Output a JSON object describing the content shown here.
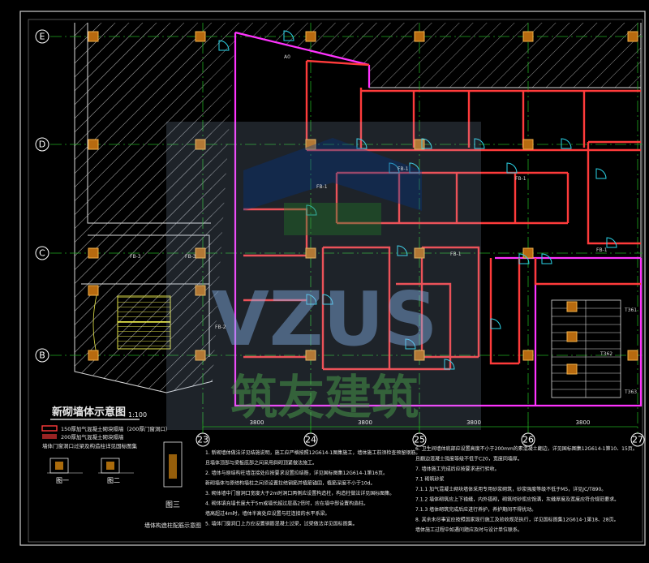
{
  "axes": {
    "rows": [
      "E",
      "D",
      "C",
      "B"
    ],
    "cols": [
      "23",
      "24",
      "25",
      "26",
      "27"
    ],
    "dims": [
      "3800",
      "3800",
      "3800",
      "3800"
    ]
  },
  "plan": {
    "title": "新砌墙体示意图",
    "scale": "1:100",
    "room_tags": [
      "A0",
      "FB-3",
      "FB-3",
      "FB-2",
      "FB-1",
      "FB-1",
      "FB-1",
      "FB-1",
      "FB-1",
      "T361",
      "T362",
      "T363"
    ],
    "watermark_text": "VZUS",
    "watermark_cn": "筑友建筑"
  },
  "legend": {
    "lines": [
      "150厚加气混凝土砌块隔墙（200厚门窗洞口）",
      "200厚加气混凝土砌块隔墙",
      "墙体门窗洞口过梁及构造柱详见国标图集"
    ],
    "details": [
      "图一",
      "图二",
      "图三"
    ],
    "detail_caption": "墙体构造柱配筋示意图"
  },
  "notes": {
    "left": [
      "1. 新砌墙体做法详见结施说明，施工应严格按照12G614-1图集施工，墙体施工前须检查预留钢筋。",
      "   且墙体顶部与梁板底部之间采用斜砌顶紧做法施工。",
      "2. 墙体与原结构柱墙连接处应按要求设置拉结筋，详见国标图集12G614-1第16页。",
      "   新砌墙体与原结构墙柱之间须设置拉结钢筋并植筋锚固，植筋深度不小于10d。",
      "3. 砌体墙中门窗洞口宽度大于2m时洞口两侧应设置构造柱，构造柱做法详见国标图集。",
      "4. 砌体填充墙长度大于5m或墙长超过层高2倍时，应在墙中部设置构造柱。",
      "   墙高超过4m时，墙体半高处应设置与柱连接的水平系梁。",
      "5. 墙体门窗洞口上方应设置钢筋混凝土过梁，过梁做法详见国标图集。"
    ],
    "right": [
      "6. 卫生间墙体底部应设置高度不小于200mm的素混凝土翻边，详见国标图集12G614-1第10、15页。",
      "   且翻边混凝土强度等级不低于C20，宽度同墙厚。",
      "7. 墙体施工完成后应按要求进行验收。",
      "7.1 砌筑砂浆",
      "   7.1.1 加气混凝土砌块墙体采用专用砂浆砌筑，砂浆强度等级不低于M5，详见JC/T890。",
      "   7.1.2 墙体砌筑应上下错缝，内外搭砌，砌筑时砂浆应饱满，灰缝厚度及宽度应符合规范要求。",
      "   7.1.3 墙体砌筑完成后应进行养护，养护期间不得扰动。",
      "8. 其余未尽事宜应按照国家现行施工及验收规范执行，详见国标图集12G614-1第18、28页。",
      "   墙体施工过程中如遇问题应及时与设计单位联系。"
    ]
  },
  "colors": {
    "background": "#000000",
    "wall_new": "#ff3b3b",
    "wall_existing": "#ff33ff",
    "column": "#d4860f",
    "grid_line": "#1faa1f",
    "door": "#2ad4e8",
    "text": "#e8e8e8",
    "hatch": "#9a9a9a",
    "stair": "#e6e64a",
    "watermark_blue": "#8ab4e8",
    "watermark_green": "#5fb36a"
  }
}
